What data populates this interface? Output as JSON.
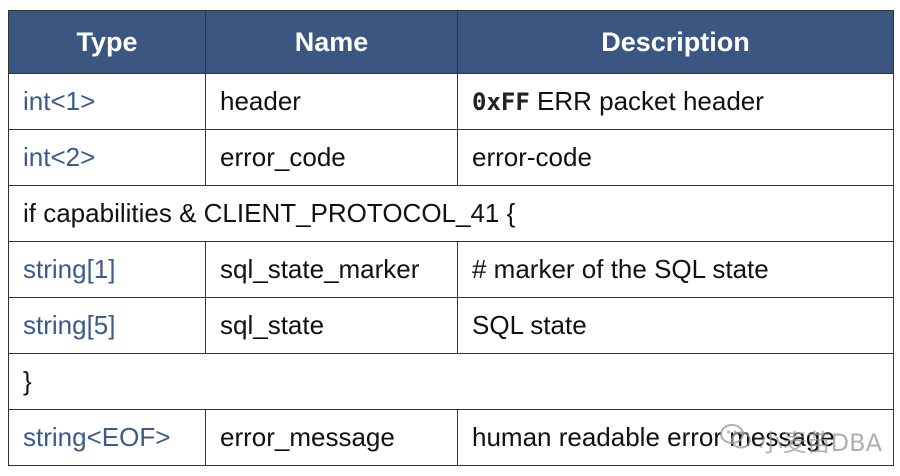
{
  "table": {
    "headers": {
      "type": "Type",
      "name": "Name",
      "description": "Description"
    },
    "rows": [
      {
        "type": "int<1>",
        "name": "header",
        "desc_code": "0xFF",
        "desc_text": " ERR packet header"
      },
      {
        "type": "int<2>",
        "name": "error_code",
        "desc_text": "error-code"
      },
      {
        "span": "if capabilities & CLIENT_PROTOCOL_41 {"
      },
      {
        "type": "string[1]",
        "name": "sql_state_marker",
        "desc_text": "# marker of the SQL state"
      },
      {
        "type": "string[5]",
        "name": "sql_state",
        "desc_text": "SQL state"
      },
      {
        "span": "}"
      },
      {
        "type": "string<EOF>",
        "name": "error_message",
        "desc_text": "human readable error message"
      }
    ]
  },
  "watermark": {
    "text": "小麦苗DBA",
    "icon": "wechat-icon"
  },
  "colors": {
    "header_bg": "#3b5681",
    "type_text": "#3c5a8a"
  }
}
